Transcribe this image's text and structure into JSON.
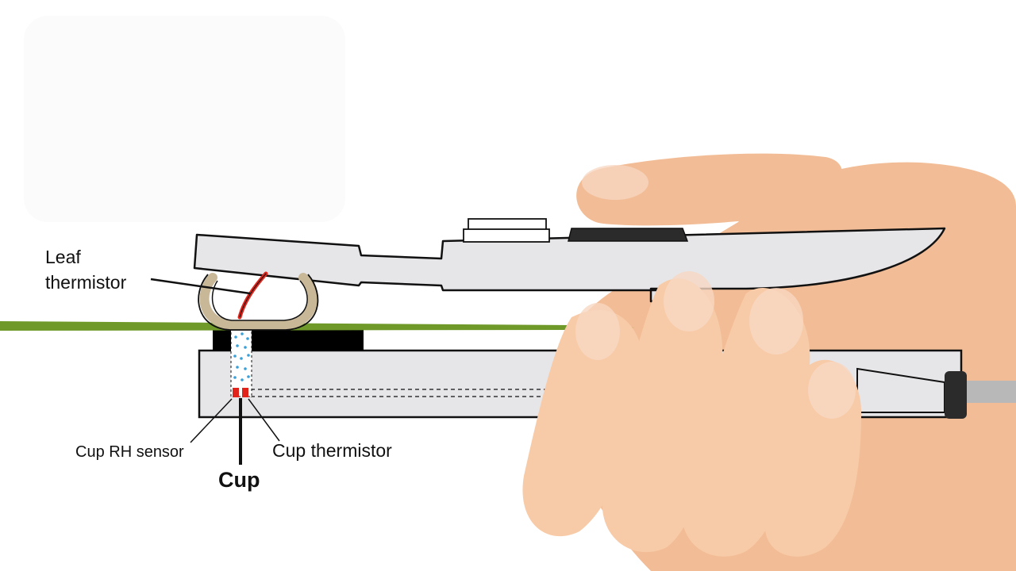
{
  "labels": {
    "leaf_thermistor_line1": "Leaf",
    "leaf_thermistor_line2": "thermistor",
    "cup_rh_sensor": "Cup RH sensor",
    "cup_thermistor": "Cup thermistor",
    "cup": "Cup"
  },
  "colors": {
    "body": "#e6e6e9",
    "outline": "#111111",
    "leaf": "#6f9a2a",
    "skin": "#f2bd96",
    "skin_light": "#f8cba8",
    "nail": "#f7d7c2",
    "gasket": "#c8b898",
    "wire": "#e0231b",
    "droplets": "#3aa0d8",
    "pad": "#000000",
    "button": "#2b2b2b"
  }
}
